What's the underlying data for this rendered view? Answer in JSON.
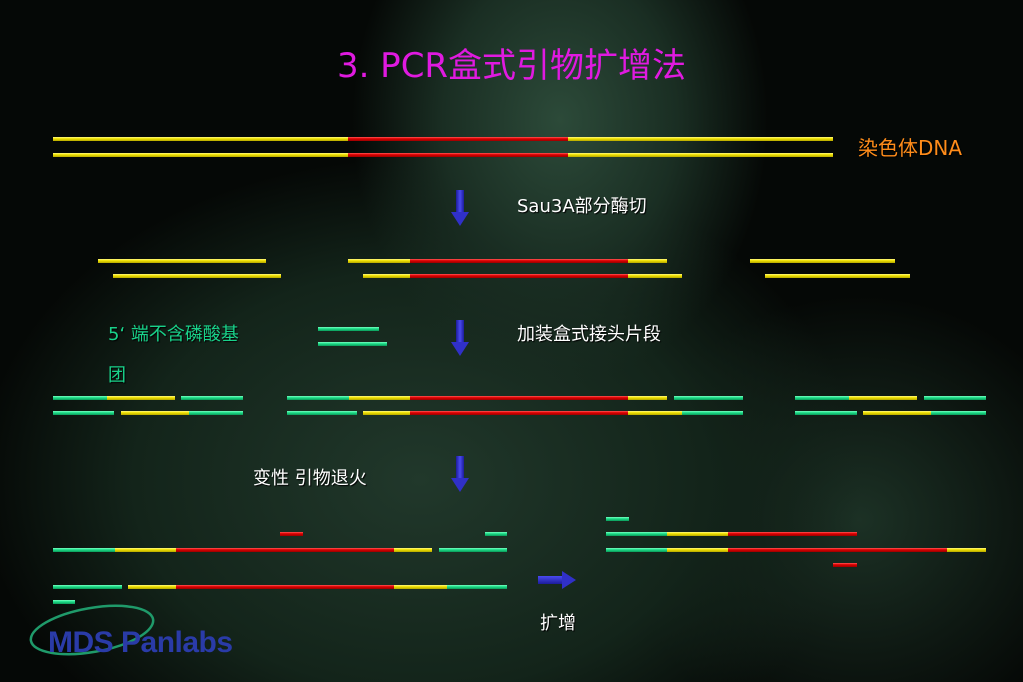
{
  "title": "3. PCR盒式引物扩增法",
  "labels": {
    "chromosome_dna": "染色体DNA",
    "sau3a_partial_digest": "Sau3A部分酶切",
    "no_phosphate_line1": "5‘ 端不含磷酸基",
    "no_phosphate_line2": "团",
    "add_cassette_adapter": "加装盒式接头片段",
    "denature_anneal": "变性  引物退火",
    "amplify": "扩增"
  },
  "logo": {
    "text": "MDS Panlabs"
  },
  "colors": {
    "title": "#e01ae0",
    "dna_flank": "#f2e400",
    "target_region": "#e00000",
    "adapter": "#1ee08a",
    "arrow": "#3030c8",
    "label_orange": "#ff8c1a",
    "label_green": "#19d28a"
  }
}
